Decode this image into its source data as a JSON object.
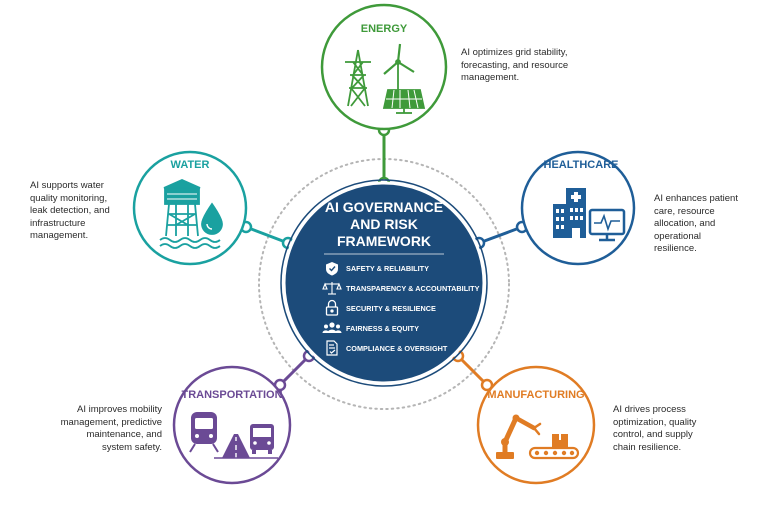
{
  "center": {
    "title_lines": [
      "AI GOVERNANCE",
      "AND RISK",
      "FRAMEWORK"
    ],
    "items": [
      {
        "icon": "shield-check-icon",
        "label": "SAFETY & RELIABILITY"
      },
      {
        "icon": "scales-icon",
        "label": "TRANSPARENCY & ACCOUNTABILITY"
      },
      {
        "icon": "padlock-icon",
        "label": "SECURITY & RESILIENCE"
      },
      {
        "icon": "people-icon",
        "label": "FAIRNESS & EQUITY"
      },
      {
        "icon": "document-check-icon",
        "label": "COMPLIANCE & OVERSIGHT"
      }
    ]
  },
  "sectors": {
    "energy": {
      "title": "ENERGY",
      "color": "#3f9a3a",
      "icon": "power-tower-wind-solar-icon",
      "description": "AI optimizes grid stability,\nforecasting, and resource\nmanagement."
    },
    "water": {
      "title": "WATER",
      "color": "#1aa1a0",
      "icon": "water-tower-droplet-icon",
      "description": "AI supports water\nquality monitoring,\nleak detection, and\ninfrastructure\nmanagement."
    },
    "healthcare": {
      "title": "HEALTHCARE",
      "color": "#1f5e98",
      "icon": "hospital-monitor-icon",
      "description": "AI enhances patient\ncare, resource\nallocation, and\noperational\nresilience."
    },
    "transportation": {
      "title": "TRANSPORTATION",
      "color": "#6b4a95",
      "icon": "train-road-bus-icon",
      "description": "AI improves mobility\nmanagement, predictive\nmaintenance, and\nsystem safety."
    },
    "manufacturing": {
      "title": "MANUFACTURING",
      "color": "#e07c24",
      "icon": "robot-arm-conveyor-icon",
      "description": "AI drives process\noptimization, quality\ncontrol, and supply\nchain resilience."
    }
  },
  "colors": {
    "center_fill": "#1c4b7a",
    "ring_dots": "#b5b5b5"
  }
}
